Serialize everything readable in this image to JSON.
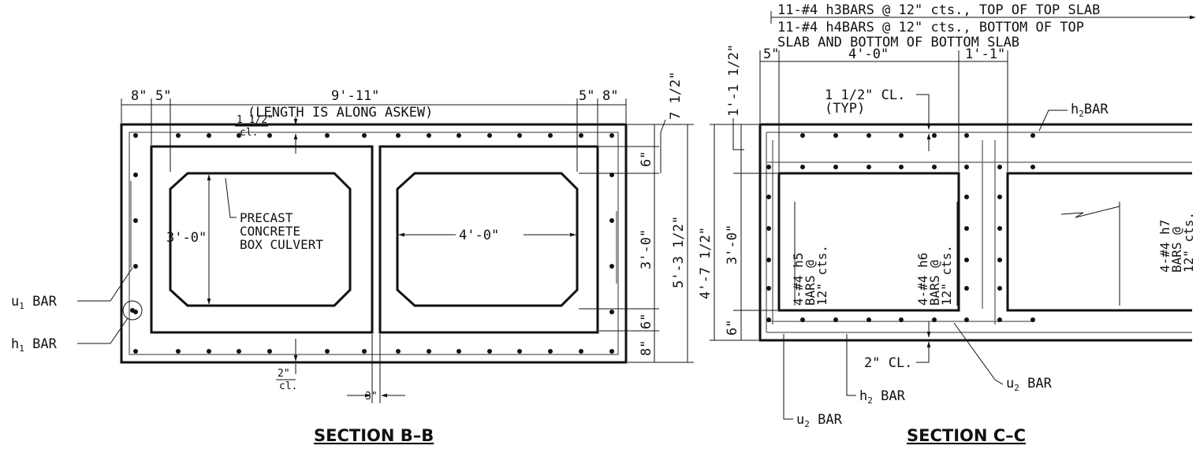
{
  "sections": {
    "bb": {
      "title": "SECTION B–B",
      "dims": {
        "left_8": "8\"",
        "left_5": "5\"",
        "overall_length": "9'-11\"",
        "length_note": "(LENGTH IS ALONG ASKEW)",
        "right_5": "5\"",
        "right_8": "8\"",
        "top_clear": "1 1/2\"",
        "top_clear_cl": "cl.",
        "bottom_clear": "2\"",
        "bottom_clear_cl": "cl.",
        "gap_3": "3\"",
        "cell_height": "3'-0\"",
        "cell_width": "4'-0\"",
        "right_7_5": "7 1/2\"",
        "right_6_top": "6\"",
        "right_3_0": "3'-0\"",
        "right_6_bot": "6\"",
        "right_8_bot": "8\"",
        "overall_height": "5'-3 1/2\""
      },
      "labels": {
        "precast_1": "PRECAST",
        "precast_2": "CONCRETE",
        "precast_3": "BOX CULVERT",
        "u1_bar_u": "u",
        "u1_bar_sub": "1",
        "u1_bar_txt": " BAR",
        "h1_bar_h": "h",
        "h1_bar_sub": "1",
        "h1_bar_txt": " BAR"
      }
    },
    "cc": {
      "title": "SECTION C–C",
      "dims": {
        "top_5": "5\"",
        "top_4_0": "4'-0\"",
        "top_1_1": "1'-1\"",
        "left_1_1_5": "1'-1 1/2\"",
        "left_overall": "4'-7 1/2\"",
        "left_3_0": "3'-0\"",
        "left_6": "6\"",
        "clear_2": "2\" CL.",
        "clear_15": "1 1/2\" CL.",
        "clear_typ": "(TYP)"
      },
      "notes": {
        "h3_line": "11-#4 h3BARS @ 12\" cts., TOP OF TOP SLAB",
        "h4_line1": "11-#4 h4BARS @ 12\" cts., BOTTOM OF TOP",
        "h4_line2": "SLAB AND BOTTOM OF BOTTOM SLAB"
      },
      "bars": {
        "h5_1": "4-#4 h5",
        "h5_2": "BARS @",
        "h5_3": "12\" cts.",
        "h6_1": "4-#4 h6",
        "h6_2": "BARS @",
        "h6_3": "12\" cts.",
        "h7_1": "4-#4 h7",
        "h7_2": "BARS @",
        "h7_3": "12\" cts."
      },
      "labels": {
        "h2_top_h": "h",
        "h2_top_sub": "2",
        "h2_top_txt": "BAR",
        "h2_bot_h": "h",
        "h2_bot_sub": "2",
        "h2_bot_txt": " BAR",
        "u2_right_u": "u",
        "u2_right_sub": "2",
        "u2_right_txt": " BAR",
        "u2_left_u": "u",
        "u2_left_sub": "2",
        "u2_left_txt": " BAR"
      }
    }
  }
}
